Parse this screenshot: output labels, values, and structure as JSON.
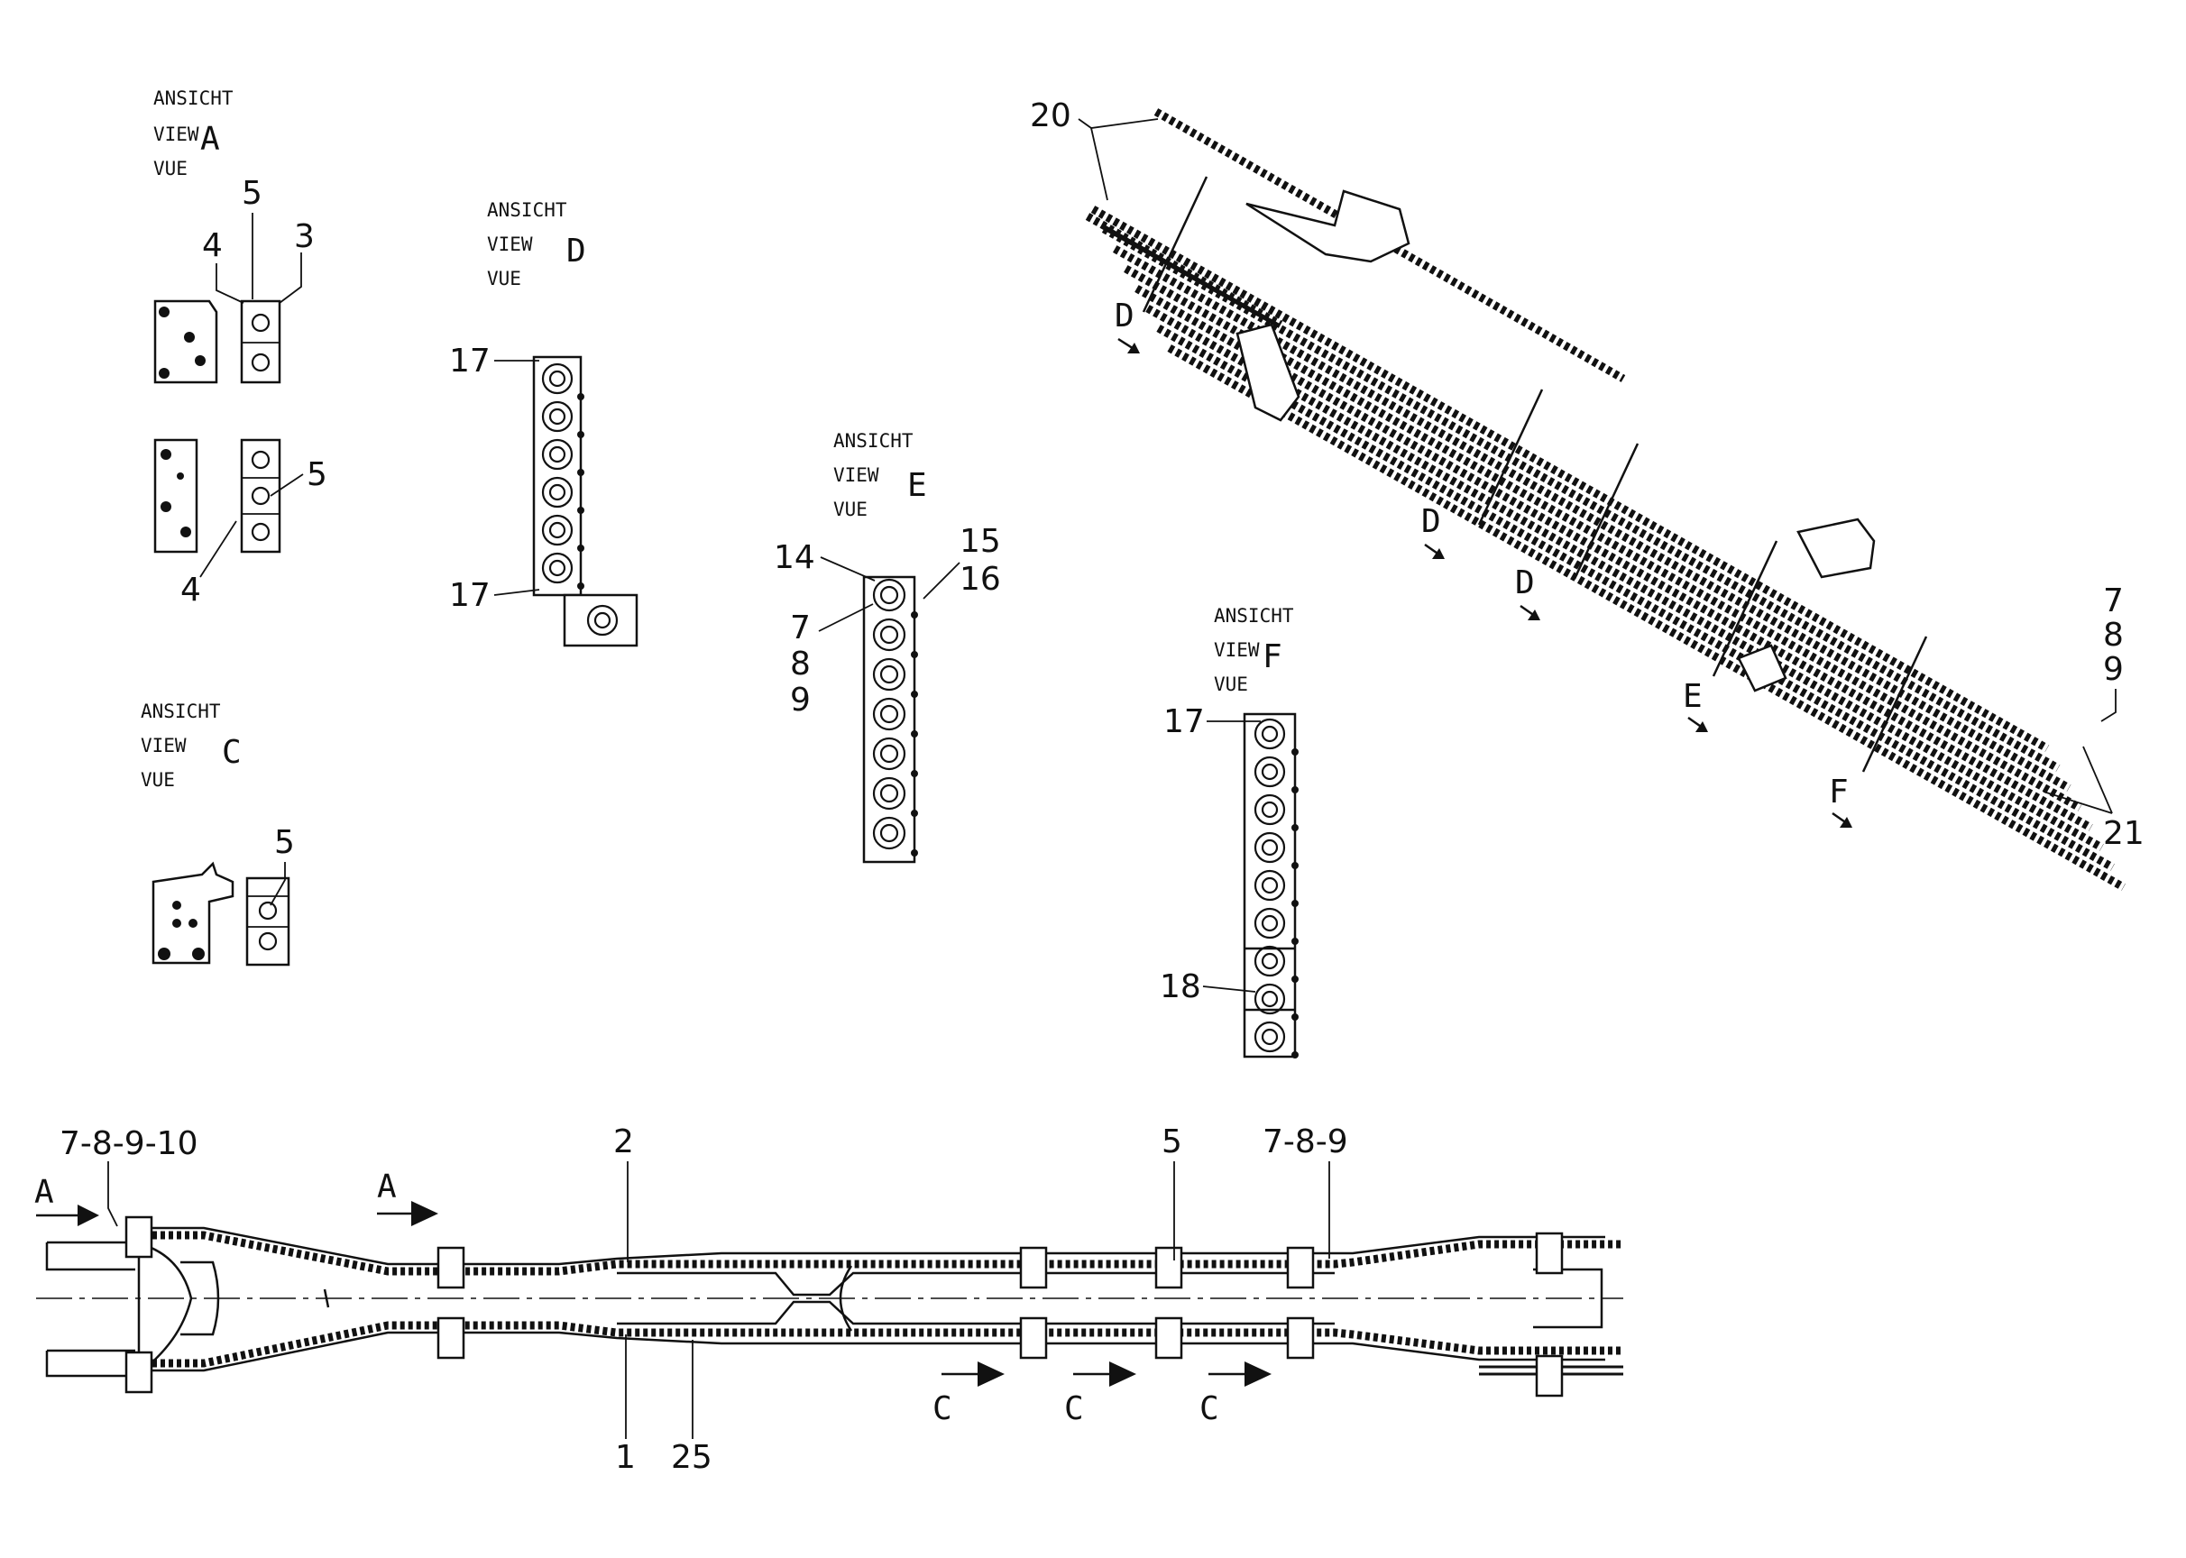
{
  "views": {
    "view_a": {
      "line1": "ANSICHT",
      "line2": "VIEW",
      "line3": "VUE",
      "letter": "A"
    },
    "view_c": {
      "line1": "ANSICHT",
      "line2": "VIEW",
      "line3": "VUE",
      "letter": "C"
    },
    "view_d": {
      "line1": "ANSICHT",
      "line2": "VIEW",
      "line3": "VUE",
      "letter": "D"
    },
    "view_e": {
      "line1": "ANSICHT",
      "line2": "VIEW",
      "line3": "VUE",
      "letter": "E"
    },
    "view_f": {
      "line1": "ANSICHT",
      "line2": "VIEW",
      "line3": "VUE",
      "letter": "F"
    }
  },
  "callouts": {
    "a_4_top": "4",
    "a_5_top": "5",
    "a_3_top": "3",
    "a_5_mid": "5",
    "a_4_bot": "4",
    "c_5": "5",
    "d_17_top": "17",
    "d_17_bot": "17",
    "e_14": "14",
    "e_15": "15",
    "e_16": "16",
    "e_7": "7",
    "e_8": "8",
    "e_9": "9",
    "f_17": "17",
    "f_18": "18",
    "iso_20": "20",
    "iso_7": "7",
    "iso_8": "8",
    "iso_9": "9",
    "iso_21": "21",
    "main_7_8_9_10": "7-8-9-10",
    "main_2": "2",
    "main_5": "5",
    "main_7_8_9": "7-8-9",
    "main_1": "1",
    "main_25": "25"
  },
  "arrows": {
    "iso_d1": "D",
    "iso_d2": "D",
    "iso_d3": "D",
    "iso_e": "E",
    "iso_f": "F",
    "main_a1": "A",
    "main_a2": "A",
    "main_c1": "C",
    "main_c2": "C",
    "main_c3": "C"
  }
}
